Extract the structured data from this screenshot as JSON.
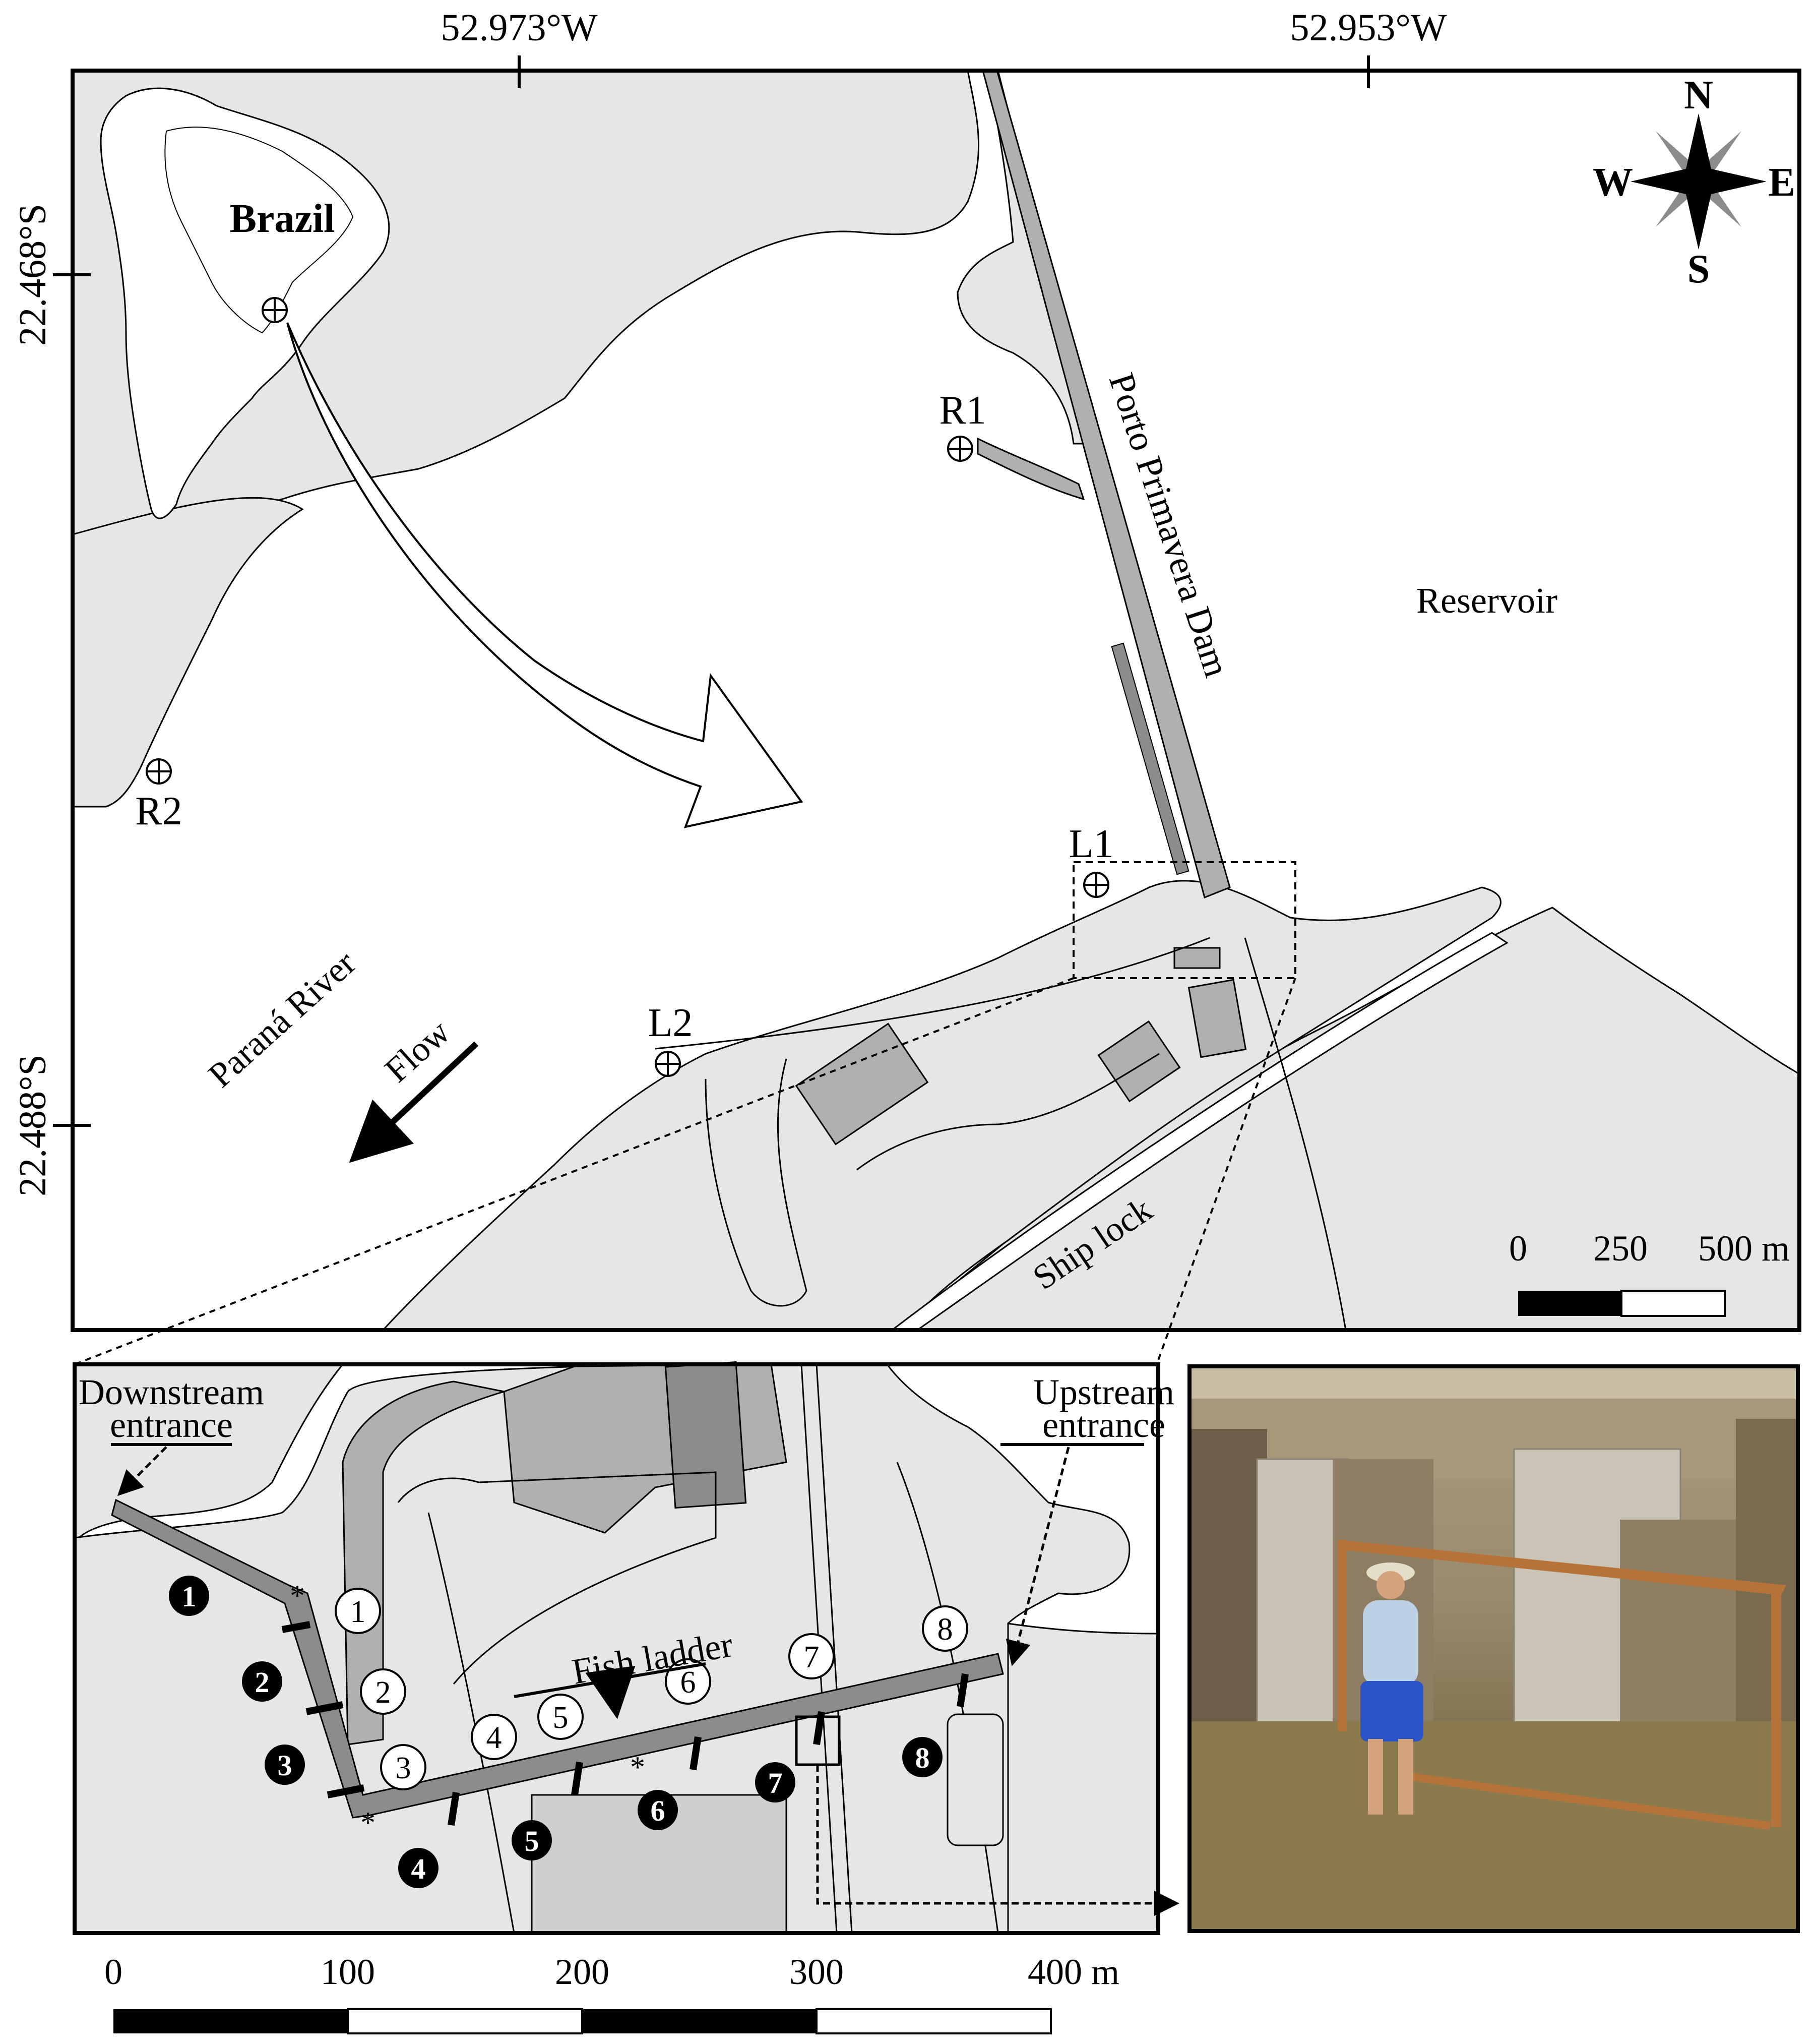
{
  "top_axis": {
    "lon_left": "52.973°W",
    "lon_right": "52.953°W"
  },
  "side_axis": {
    "lat_top": "22.468°S",
    "lat_bottom": "22.488°S"
  },
  "compass": {
    "n": "N",
    "s": "S",
    "e": "E",
    "w": "W"
  },
  "inset": {
    "country": "Brazil"
  },
  "labels": {
    "dam": "Porto Primavera Dam",
    "reservoir": "Reservoir",
    "river": "Paraná River",
    "flow": "Flow",
    "ship_lock": "Ship lock",
    "fish_ladder": "Fish ladder",
    "downstream_line1": "Downstream",
    "downstream_line2": "entrance",
    "upstream_line1": "Upstream",
    "upstream_line2": "entrance"
  },
  "sites": {
    "r1": "R1",
    "r2": "R2",
    "l1": "L1",
    "l2": "L2"
  },
  "main_scale": {
    "t0": "0",
    "t1": "250",
    "t2": "500 m"
  },
  "detail_scale": {
    "t0": "0",
    "t1": "100",
    "t2": "200",
    "t3": "300",
    "t4": "400 m"
  },
  "markers": {
    "white": [
      "1",
      "2",
      "3",
      "4",
      "5",
      "6",
      "7",
      "8"
    ],
    "black": [
      "1",
      "2",
      "3",
      "4",
      "5",
      "6",
      "7",
      "8"
    ]
  },
  "colors": {
    "land": "#e6e6e6",
    "structure": "#b0b0b0",
    "ladder": "#8c8c8c",
    "water": "#ffffff"
  }
}
